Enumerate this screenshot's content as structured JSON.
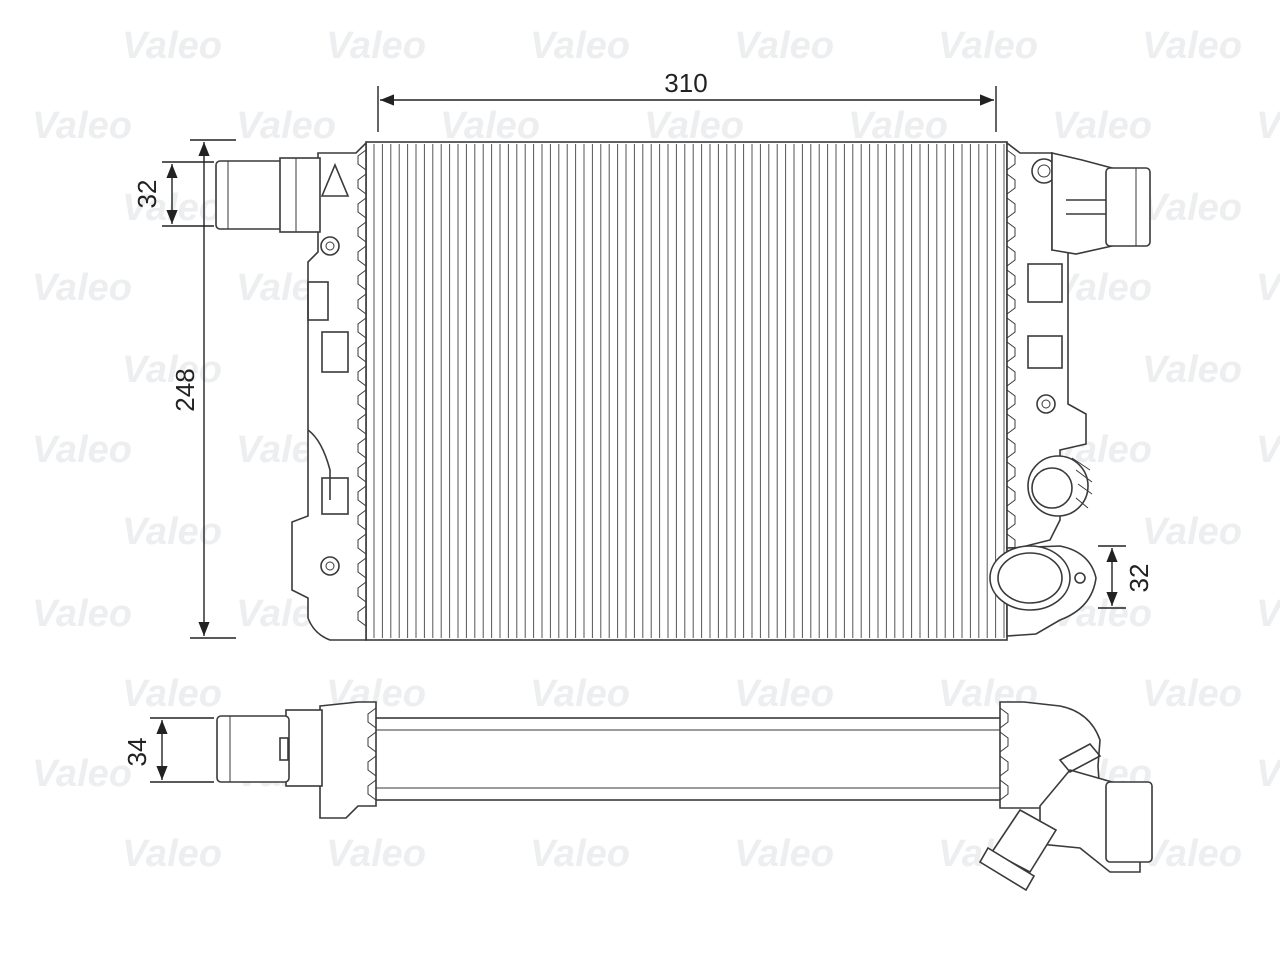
{
  "watermark": {
    "text": "Valeo"
  },
  "dimensions": {
    "core_width": "310",
    "core_height": "248",
    "inlet_diameter": "32",
    "outlet_diameter": "32",
    "side_inlet_diameter": "34"
  },
  "colors": {
    "line": "#3a3a3a",
    "watermark": "#eceef0",
    "text": "#222222"
  }
}
